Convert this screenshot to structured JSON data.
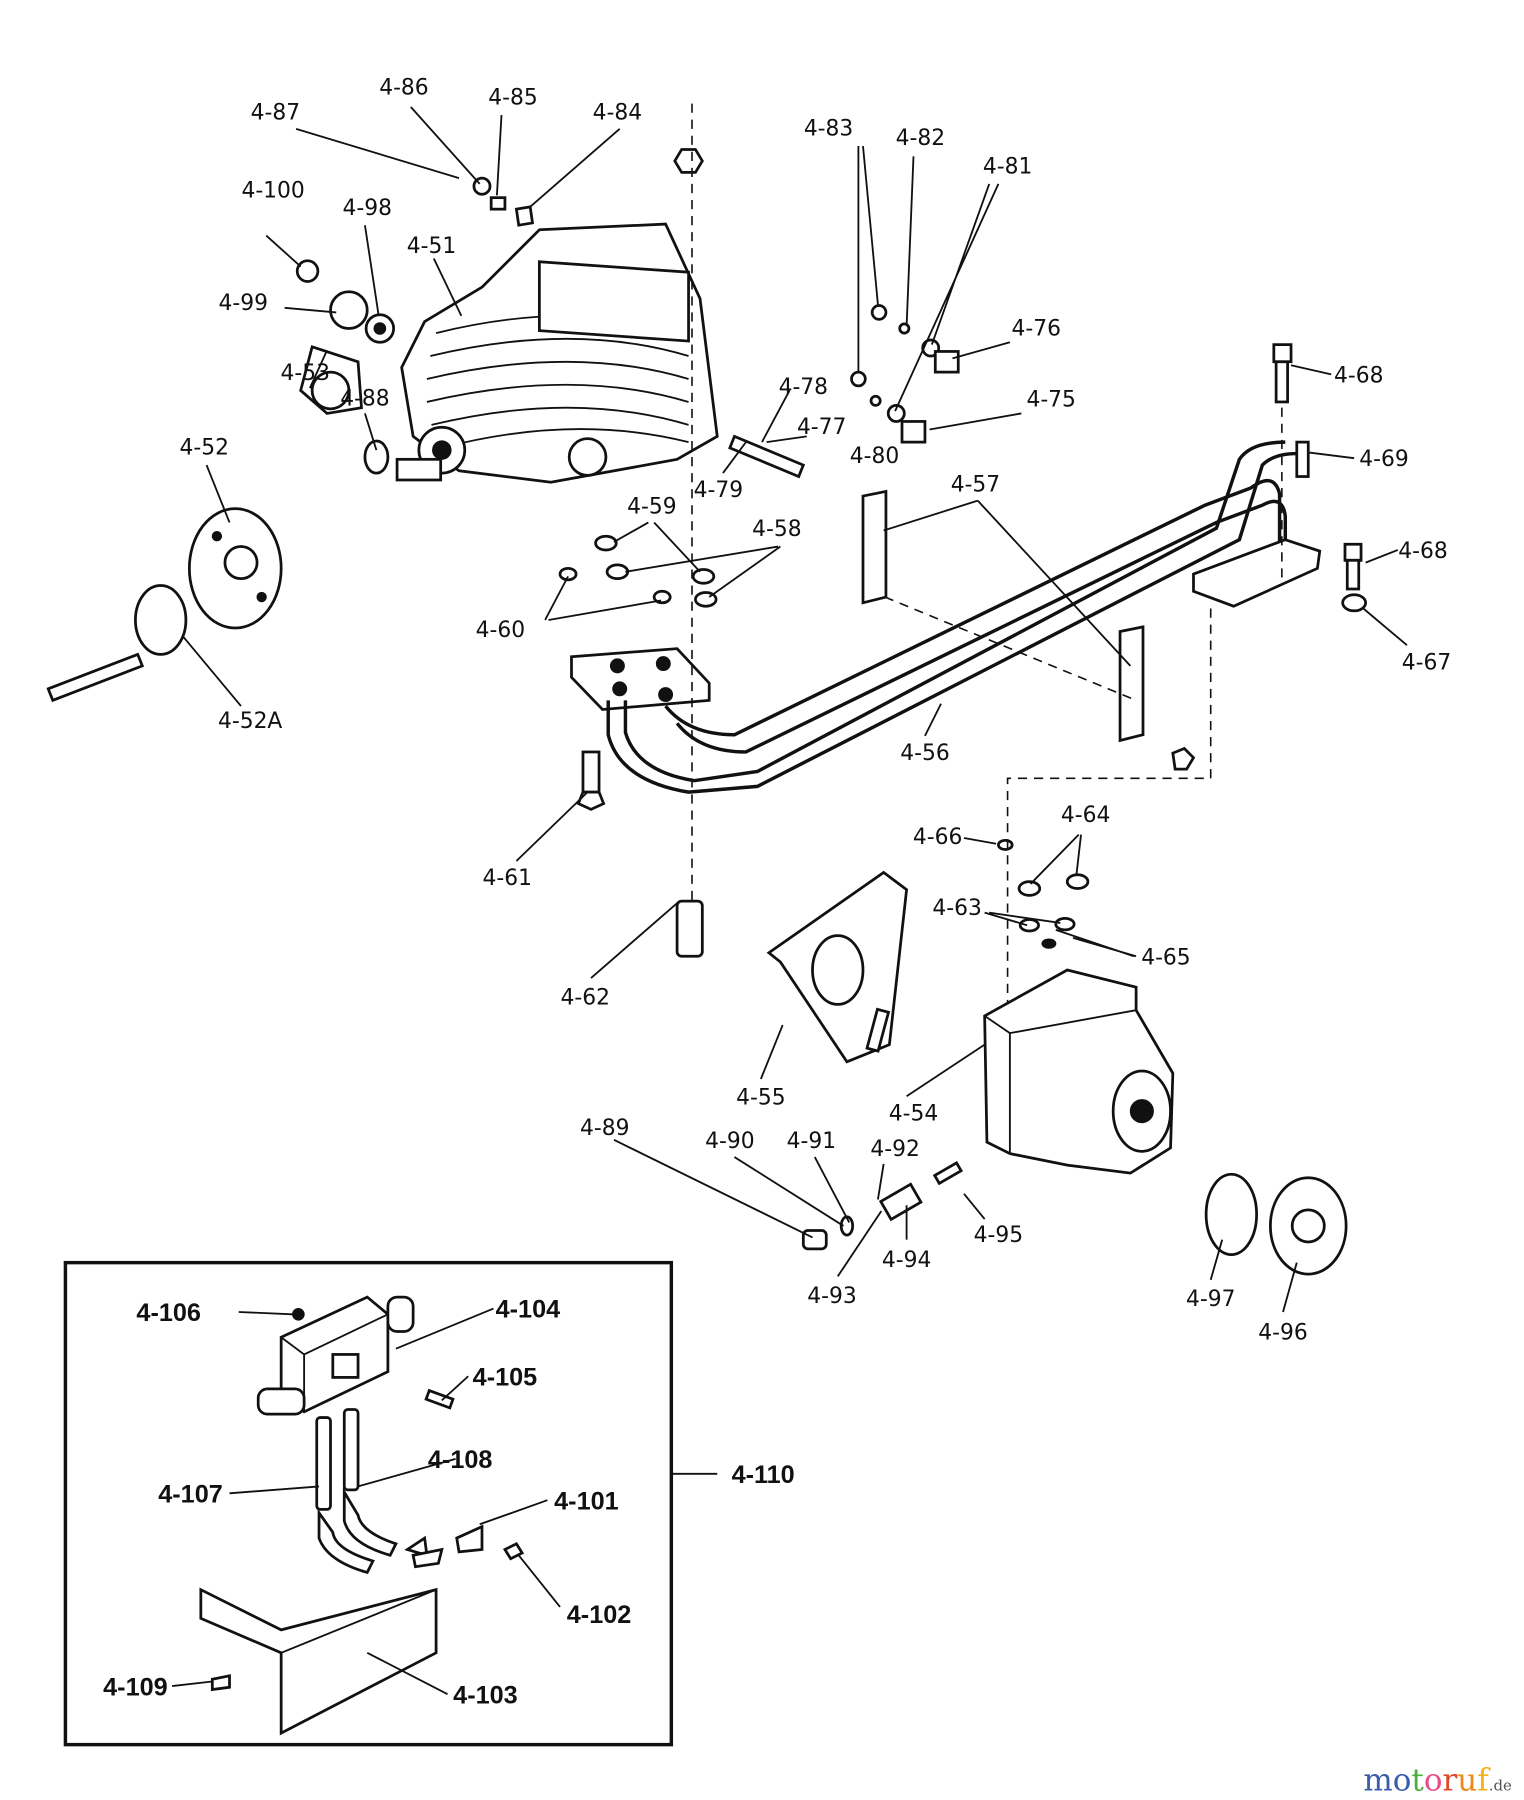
{
  "diagram": {
    "labels": {
      "l4_87": "4-87",
      "l4_86": "4-86",
      "l4_85": "4-85",
      "l4_84": "4-84",
      "l4_100": "4-100",
      "l4_98": "4-98",
      "l4_51": "4-51",
      "l4_99": "4-99",
      "l4_53": "4-53",
      "l4_88": "4-88",
      "l4_52": "4-52",
      "l4_52A": "4-52A",
      "l4_83": "4-83",
      "l4_82": "4-82",
      "l4_81": "4-81",
      "l4_76": "4-76",
      "l4_75": "4-75",
      "l4_78": "4-78",
      "l4_77": "4-77",
      "l4_80": "4-80",
      "l4_79": "4-79",
      "l4_57": "4-57",
      "l4_59": "4-59",
      "l4_58": "4-58",
      "l4_60": "4-60",
      "l4_68a": "4-68",
      "l4_69": "4-69",
      "l4_68b": "4-68",
      "l4_67": "4-67",
      "l4_56": "4-56",
      "l4_61": "4-61",
      "l4_62": "4-62",
      "l4_66": "4-66",
      "l4_64": "4-64",
      "l4_63": "4-63",
      "l4_65": "4-65",
      "l4_55": "4-55",
      "l4_54": "4-54",
      "l4_89": "4-89",
      "l4_90": "4-90",
      "l4_91": "4-91",
      "l4_92": "4-92",
      "l4_95": "4-95",
      "l4_94": "4-94",
      "l4_93": "4-93",
      "l4_97": "4-97",
      "l4_96": "4-96"
    },
    "inset_labels": {
      "l4_106": "4-106",
      "l4_104": "4-104",
      "l4_105": "4-105",
      "l4_108": "4-108",
      "l4_107": "4-107",
      "l4_101": "4-101",
      "l4_110": "4-110",
      "l4_102": "4-102",
      "l4_109": "4-109",
      "l4_103": "4-103"
    }
  },
  "watermark": {
    "letters": [
      "m",
      "o",
      "t",
      "o",
      "r",
      "u",
      "f"
    ],
    "colors": [
      "#3b5bab",
      "#3b5bab",
      "#4caf3c",
      "#e84c8b",
      "#e0482b",
      "#f08a1c",
      "#f2b31a"
    ],
    "suffix": ".de"
  }
}
